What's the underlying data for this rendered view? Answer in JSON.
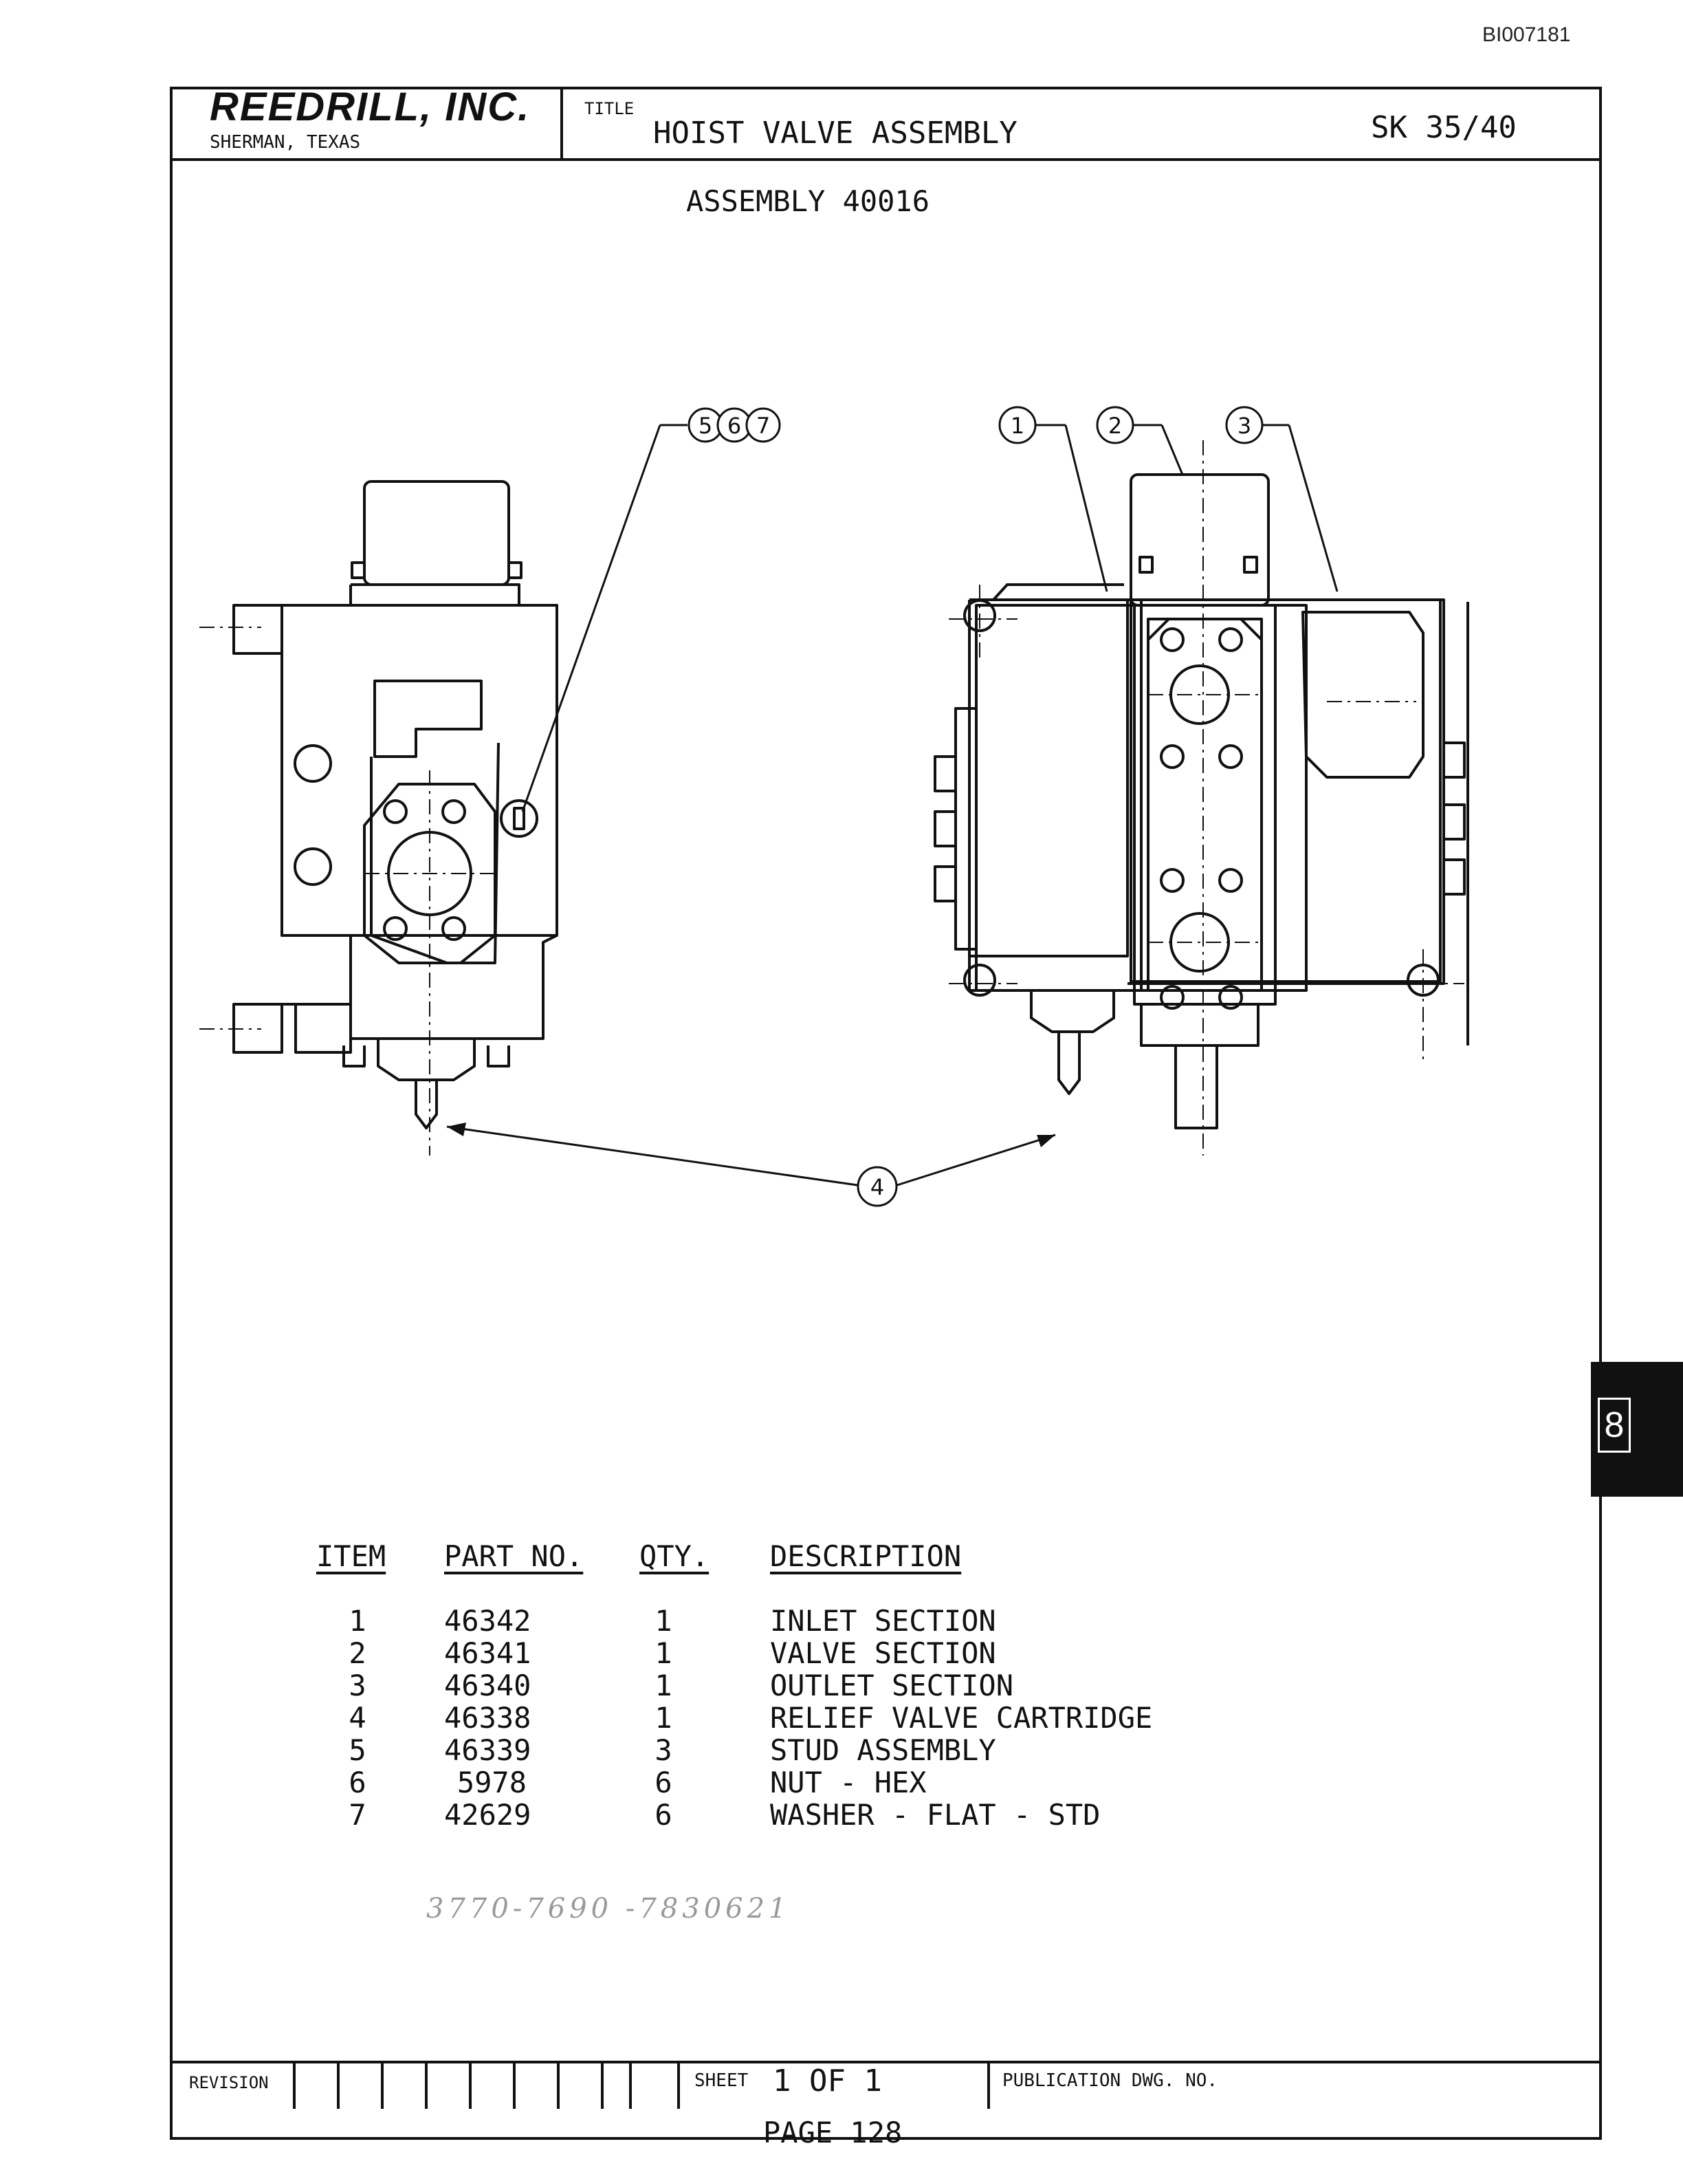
{
  "doc_id": "BI007181",
  "header": {
    "company": "REEDRILL, INC.",
    "location": "SHERMAN, TEXAS",
    "title_label": "TITLE",
    "title": "HOIST VALVE ASSEMBLY",
    "model": "SK 35/40"
  },
  "assembly_label": "ASSEMBLY 40016",
  "callouts": {
    "c567": [
      "5",
      "6",
      "7"
    ],
    "c1": "1",
    "c2": "2",
    "c3": "3",
    "c4": "4"
  },
  "section_tab": "8",
  "parts_table": {
    "headers": {
      "item": "ITEM",
      "part_no": "PART NO.",
      "qty": "QTY.",
      "description": "DESCRIPTION"
    },
    "rows": [
      {
        "item": "1",
        "part_no": "46342",
        "qty": "1",
        "description": "INLET SECTION"
      },
      {
        "item": "2",
        "part_no": "46341",
        "qty": "1",
        "description": "VALVE SECTION"
      },
      {
        "item": "3",
        "part_no": "46340",
        "qty": "1",
        "description": "OUTLET SECTION"
      },
      {
        "item": "4",
        "part_no": "46338",
        "qty": "1",
        "description": "RELIEF VALVE CARTRIDGE"
      },
      {
        "item": "5",
        "part_no": "46339",
        "qty": "3",
        "description": "STUD ASSEMBLY"
      },
      {
        "item": "6",
        "part_no": "5978",
        "qty": "6",
        "description": "NUT - HEX"
      },
      {
        "item": "7",
        "part_no": "42629",
        "qty": "6",
        "description": "WASHER - FLAT - STD"
      }
    ]
  },
  "faint_annotation": "3770-7690 -7830621",
  "footer": {
    "revision_label": "REVISION",
    "sheet_label": "SHEET",
    "sheet_value": "1 OF 1",
    "publication_label": "PUBLICATION DWG. NO.",
    "page": "PAGE 128"
  }
}
